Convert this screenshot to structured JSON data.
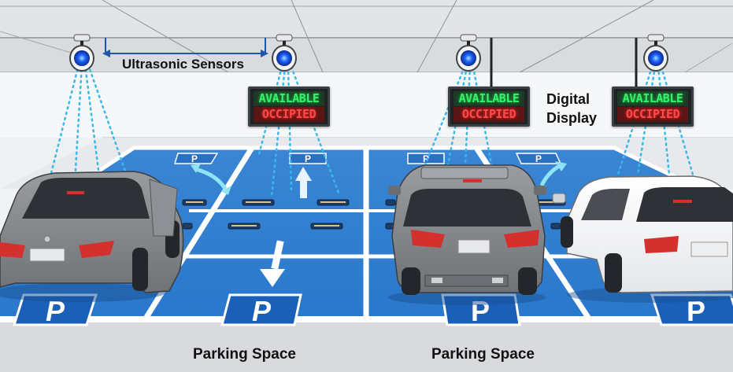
{
  "diagram": {
    "title_labels": {
      "sensors": "Ultrasonic Sensors",
      "display": "Digital\nDisplay",
      "display_line1": "Digital",
      "display_line2": "Display",
      "parking_space_left": "Parking Space",
      "parking_space_right": "Parking Space"
    },
    "signs": [
      {
        "available": "AVAILABLE",
        "occupied": "OCCIPIED"
      },
      {
        "available": "AVAILABLE",
        "occupied": "OCCIPIED"
      },
      {
        "available": "AVAILABLE",
        "occupied": "OCCIPIED"
      }
    ],
    "parking_marker": "P",
    "sensors_count": 4,
    "colors": {
      "floor_blue": "#2e7fd0",
      "sensor_glow": "#1e63ff",
      "beam": "#38b6e8",
      "available_green": "#36f06a",
      "occupied_red": "#ff4848",
      "ceiling": "#d7dadd"
    }
  }
}
